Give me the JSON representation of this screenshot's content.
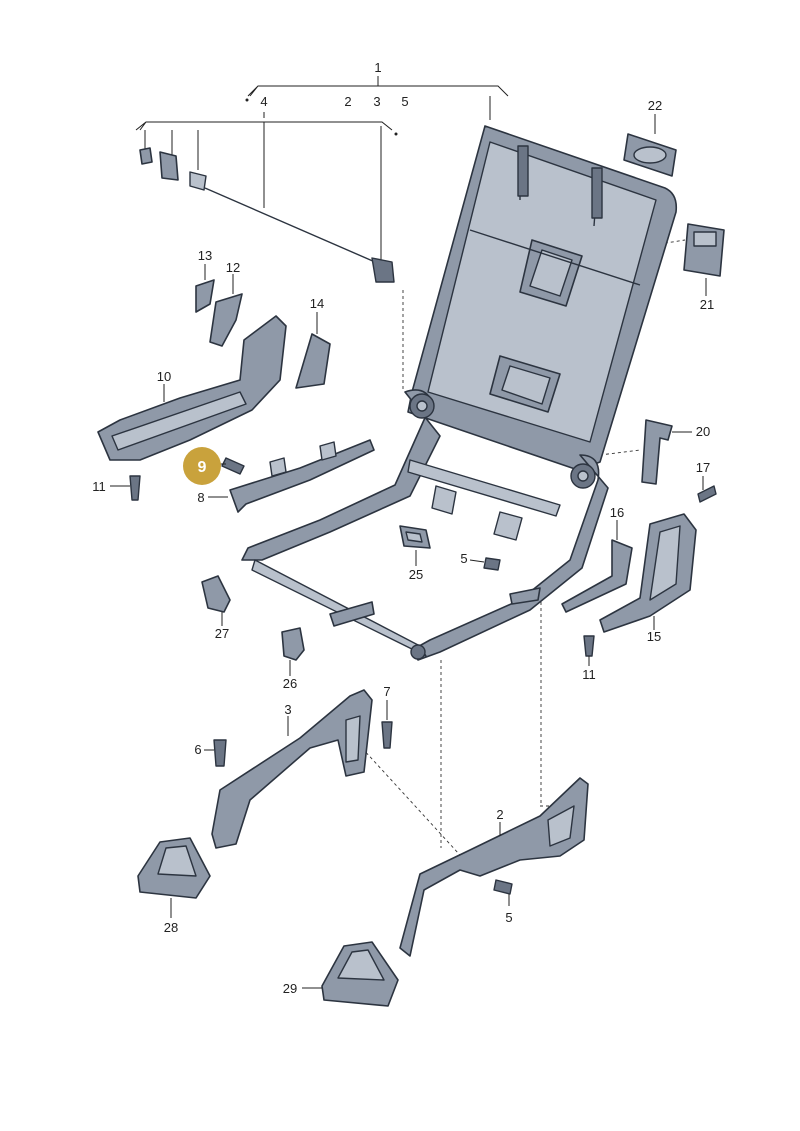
{
  "labels": {
    "l1": "1",
    "l2_top": "2",
    "l3_top": "3",
    "l4": "4",
    "l5_top": "5",
    "l22": "22",
    "l21": "21",
    "l13": "13",
    "l12": "12",
    "l14": "14",
    "l10": "10",
    "l9": "9",
    "l11_left": "11",
    "l8": "8",
    "l20": "20",
    "l17": "17",
    "l16": "16",
    "l15": "15",
    "l11_right": "11",
    "l5_mid": "5",
    "l25": "25",
    "l27": "27",
    "l26": "26",
    "l3_mid": "3",
    "l7": "7",
    "l6": "6",
    "l2_low": "2",
    "l5_low": "5",
    "l28": "28",
    "l29": "29"
  },
  "highlight": {
    "color": "#c9a23c",
    "text_color": "#ffffff"
  },
  "colors": {
    "part": "#8f99a8",
    "outline": "#2c3440"
  }
}
